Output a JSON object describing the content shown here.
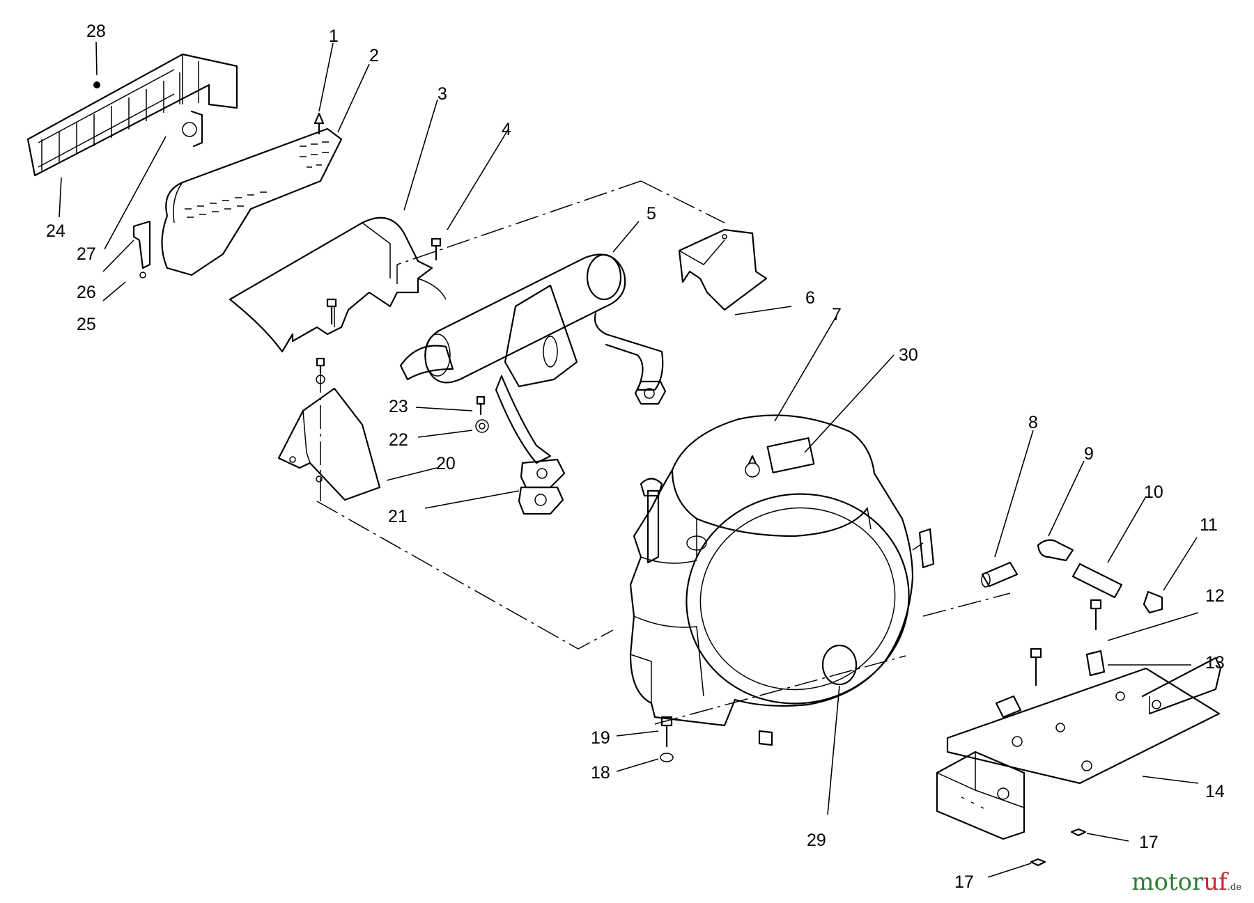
{
  "callouts": [
    "1",
    "2",
    "3",
    "4",
    "5",
    "6",
    "7",
    "8",
    "9",
    "10",
    "11",
    "12",
    "13",
    "14",
    "17",
    "17",
    "18",
    "19",
    "20",
    "21",
    "22",
    "23",
    "24",
    "25",
    "26",
    "27",
    "28",
    "29",
    "30"
  ],
  "watermark": {
    "main": "motor",
    "accent": "uf",
    "tld": ".de"
  },
  "colors": {
    "line": "#000000",
    "background": "#ffffff",
    "watermark_main": "#2e7d32",
    "watermark_accent": "#c62828"
  }
}
